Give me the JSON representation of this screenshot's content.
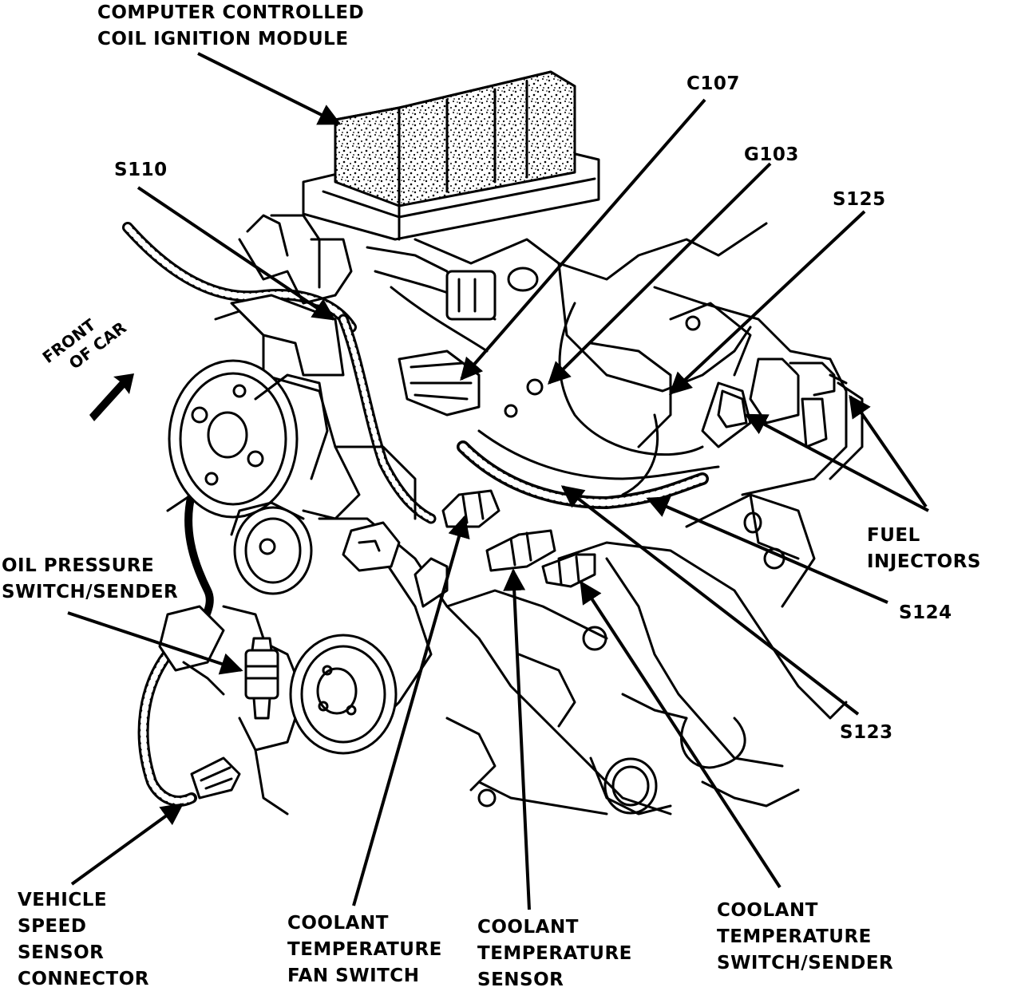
{
  "labels": {
    "computer_module": [
      "COMPUTER CONTROLLED",
      "COIL IGNITION MODULE"
    ],
    "c107": "C107",
    "g103": "G103",
    "s125": "S125",
    "s110": "S110",
    "front_of_car": [
      "FRONT",
      "OF CAR"
    ],
    "fuel_injectors": [
      "FUEL",
      "INJECTORS"
    ],
    "s124": "S124",
    "s123": "S123",
    "oil_pressure": [
      "OIL PRESSURE",
      "SWITCH/SENDER"
    ],
    "vss_connector": [
      "VEHICLE",
      "SPEED",
      "SENSOR",
      "CONNECTOR"
    ],
    "fan_switch": [
      "COOLANT",
      "TEMPERATURE",
      "FAN SWITCH"
    ],
    "temp_sensor": [
      "COOLANT",
      "TEMPERATURE",
      "SENSOR"
    ],
    "temp_sender": [
      "COOLANT",
      "TEMPERATURE",
      "SWITCH/SENDER"
    ]
  }
}
